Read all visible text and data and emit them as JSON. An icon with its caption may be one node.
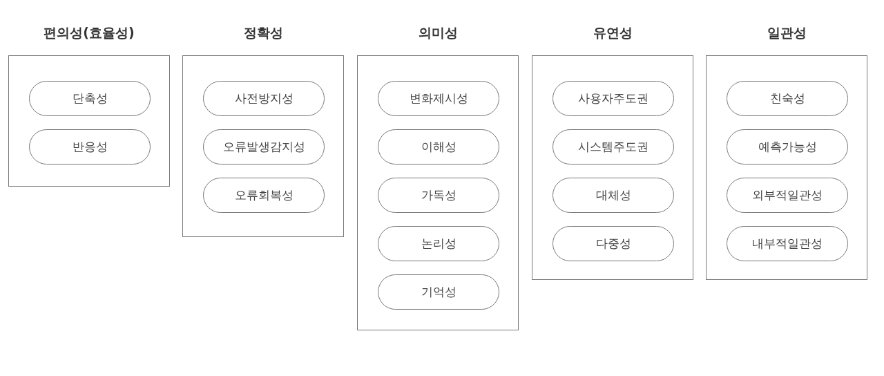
{
  "diagram": {
    "nodes": [
      {
        "text": [
          "편의성(효율성)"
        ]
      },
      {
        "text": [
          "단축성"
        ],
        "in": 0
      },
      {
        "text": [
          "반응성"
        ],
        "in": 0
      },
      {
        "text": [
          "정확성"
        ]
      },
      {
        "text": [
          "사전방지성"
        ],
        "in": 3
      },
      {
        "text": [
          "오류발생감지성"
        ],
        "in": 3
      },
      {
        "text": [
          "오류회복성"
        ],
        "in": 3
      },
      {
        "text": [
          "의미성"
        ]
      },
      {
        "text": [
          "변화제시성"
        ],
        "in": 7
      },
      {
        "text": [
          "이해성"
        ],
        "in": 7
      },
      {
        "text": [
          "가독성"
        ],
        "in": 7
      },
      {
        "text": [
          "논리성"
        ],
        "in": 7
      },
      {
        "text": [
          "기억성"
        ],
        "in": 7
      },
      {
        "text": [
          "유연성"
        ]
      },
      {
        "text": [
          "사용자주도권"
        ],
        "in": 13
      },
      {
        "text": [
          "시스템주도권"
        ],
        "in": 13
      },
      {
        "text": [
          "대체성"
        ],
        "in": 13
      },
      {
        "text": [
          "다중성"
        ],
        "in": 13
      },
      {
        "text": [
          "일관성"
        ]
      },
      {
        "text": [
          "친숙성"
        ],
        "in": 18
      },
      {
        "text": [
          "예측가능성"
        ],
        "in": 18
      },
      {
        "text": [
          "외부적일관성"
        ],
        "in": 18
      },
      {
        "text": [
          "내부적일관성"
        ],
        "in": 18
      }
    ]
  }
}
